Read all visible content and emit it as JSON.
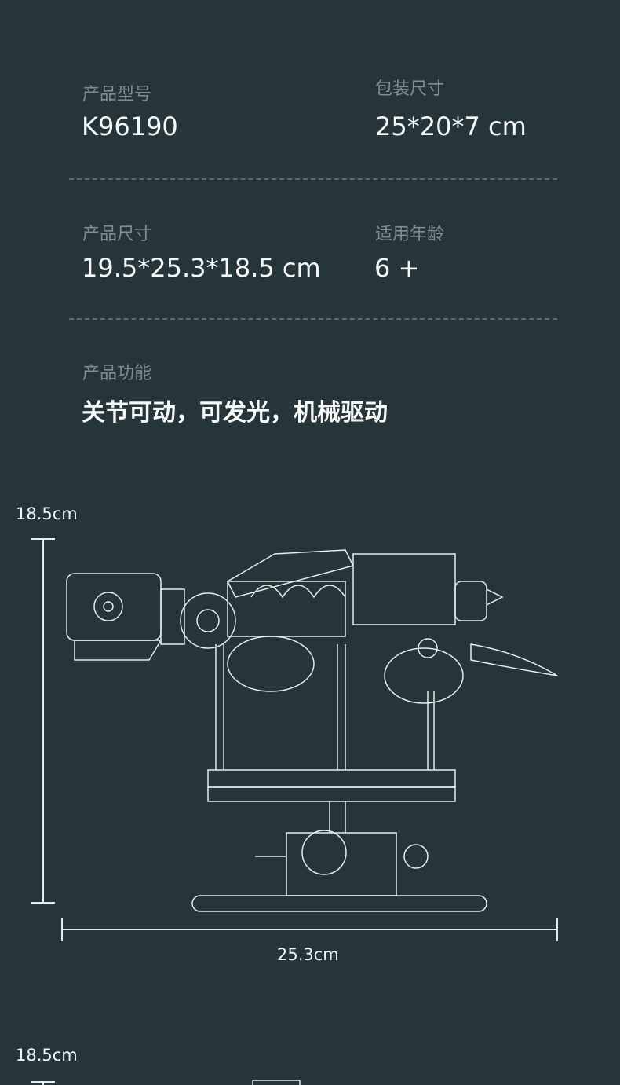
{
  "specs": {
    "model": {
      "label": "产品型号",
      "value": "K96190"
    },
    "package_size": {
      "label": "包装尺寸",
      "value": "25*20*7 cm"
    },
    "product_size": {
      "label": "产品尺寸",
      "value": "19.5*25.3*18.5 cm"
    },
    "age": {
      "label": "适用年龄",
      "value": "6 +"
    },
    "function": {
      "label": "产品功能",
      "value": "关节可动，可发光，机械驱动"
    }
  },
  "diagram": {
    "height_label": "18.5cm",
    "width_label": "25.3cm"
  },
  "diagram2": {
    "height_label": "18.5cm"
  }
}
